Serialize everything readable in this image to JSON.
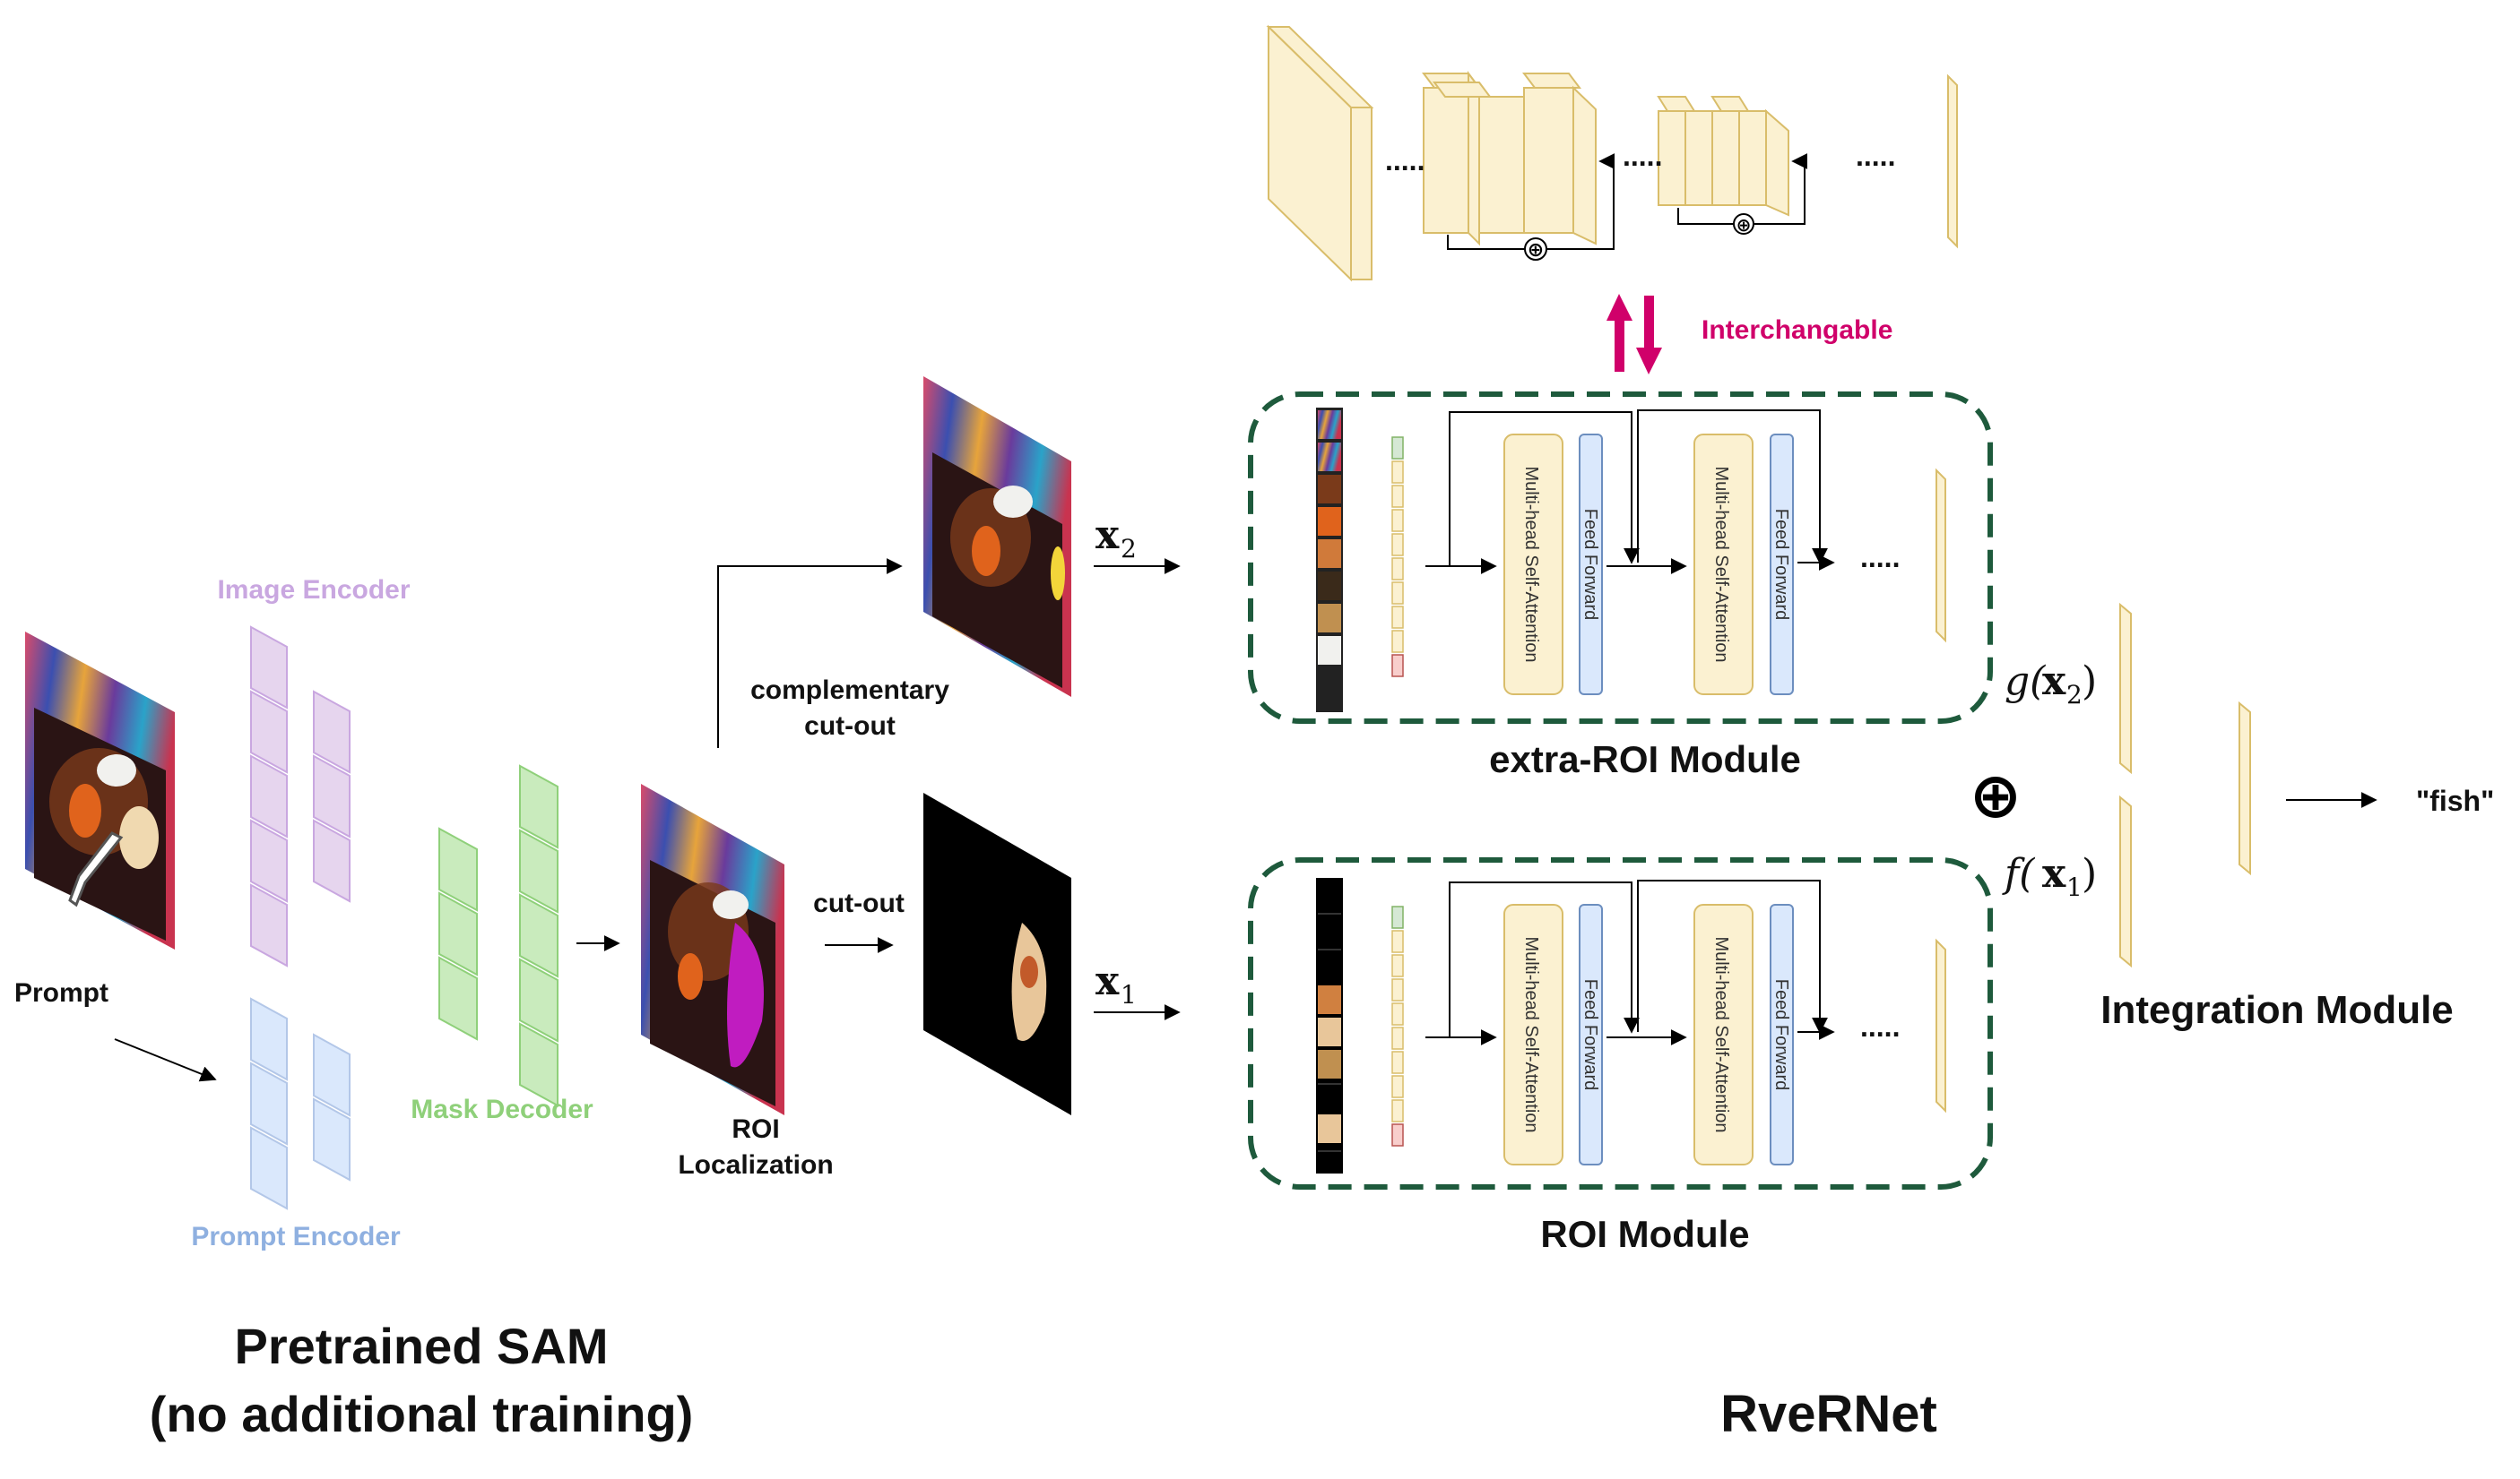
{
  "sam": {
    "image_encoder_label": "Image Encoder",
    "prompt_label": "Prompt",
    "prompt_encoder_label": "Prompt Encoder",
    "mask_decoder_label": "Mask Decoder",
    "roi_localization_line1": "ROI",
    "roi_localization_line2": "Localization",
    "title_line1": "Pretrained SAM",
    "title_line2": "(no additional training)"
  },
  "cutouts": {
    "complementary_line1": "complementary",
    "complementary_line2": "cut-out",
    "cutout_label": "cut-out",
    "x2_var": "x",
    "x2_sub": "2",
    "x1_var": "x",
    "x1_sub": "1"
  },
  "rvernet": {
    "interchangable_label": "Interchangable",
    "extra_roi_module_label": "extra-ROI Module",
    "roi_module_label": "ROI Module",
    "mhsa_label": "Multi-head Self-Attention",
    "ff_label": "Feed Forward",
    "dots": ".....",
    "g_label_pre": "g(",
    "g_label_var": "x",
    "g_label_sub": "2",
    "g_label_post": ")",
    "f_label_pre": "f(",
    "f_label_var": "x",
    "f_label_sub": "1",
    "f_label_post": ")",
    "oplus": "⊕",
    "integration_module_label": "Integration Module",
    "output_label": "\"fish\"",
    "title": "RveRNet"
  },
  "colors": {
    "image_encoder": "#c9a7e0",
    "prompt_encoder": "#8fb0e0",
    "mask_decoder": "#8fd07a",
    "module_border": "#1e5a3c",
    "interchangable": "#d0006a",
    "cream_fill": "#fbf1d1",
    "cream_stroke": "#d9bd6a",
    "blue_fill": "#dae8fc",
    "blue_stroke": "#6c8ebf"
  }
}
